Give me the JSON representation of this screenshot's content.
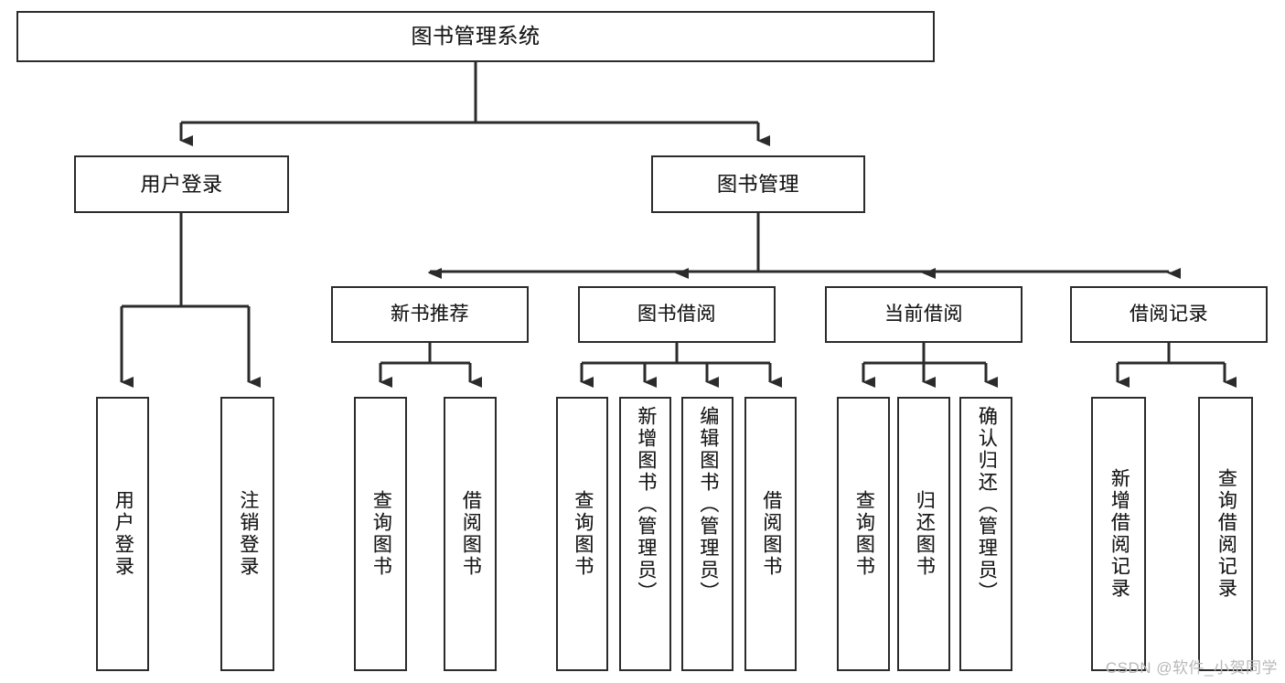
{
  "diagram": {
    "type": "tree",
    "title": "图书管理系统",
    "watermark": "CSDN @软件_小贺同学",
    "colors": {
      "node_border": "#2b2b2b",
      "node_fill": "#ffffff",
      "edge": "#2b2b2b",
      "text": "#1a1a1a",
      "watermark": "#b8b8b8"
    },
    "nodes": {
      "root": {
        "label": "图书管理系统"
      },
      "level2": [
        {
          "id": "user-login",
          "label": "用户登录"
        },
        {
          "id": "book-manage",
          "label": "图书管理"
        }
      ],
      "level3": [
        {
          "id": "new-book-recommend",
          "label": "新书推荐"
        },
        {
          "id": "book-borrow",
          "label": "图书借阅"
        },
        {
          "id": "current-borrow",
          "label": "当前借阅"
        },
        {
          "id": "borrow-record",
          "label": "借阅记录"
        }
      ],
      "leaves": [
        {
          "id": "leaf-user-login",
          "label": "用户登录",
          "parent": "user-login"
        },
        {
          "id": "leaf-user-logout",
          "label": "注销登录",
          "parent": "user-login"
        },
        {
          "id": "leaf-query-book-1",
          "label": "查询图书",
          "parent": "new-book-recommend"
        },
        {
          "id": "leaf-borrow-book-1",
          "label": "借阅图书",
          "parent": "new-book-recommend"
        },
        {
          "id": "leaf-query-book-2",
          "label": "查询图书",
          "parent": "book-borrow"
        },
        {
          "id": "leaf-add-book",
          "label": "新增图书（管理员）",
          "parent": "book-borrow"
        },
        {
          "id": "leaf-edit-book",
          "label": "编辑图书（管理员）",
          "parent": "book-borrow"
        },
        {
          "id": "leaf-borrow-book-2",
          "label": "借阅图书",
          "parent": "book-borrow"
        },
        {
          "id": "leaf-query-book-3",
          "label": "查询图书",
          "parent": "current-borrow"
        },
        {
          "id": "leaf-return-book",
          "label": "归还图书",
          "parent": "current-borrow"
        },
        {
          "id": "leaf-confirm-return",
          "label": "确认归还（管理员）",
          "parent": "current-borrow"
        },
        {
          "id": "leaf-add-record",
          "label": "新增借阅记录",
          "parent": "borrow-record"
        },
        {
          "id": "leaf-query-record",
          "label": "查询借阅记录",
          "parent": "borrow-record"
        }
      ]
    }
  }
}
